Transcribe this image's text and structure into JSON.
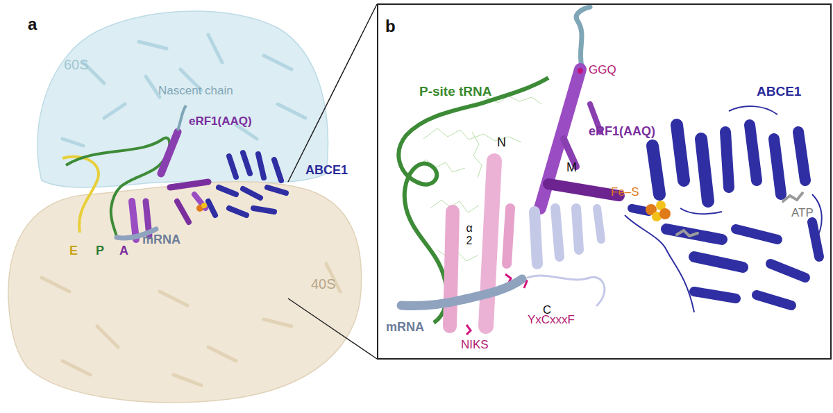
{
  "diagram": {
    "nodes": [
      {
        "text": [
          "b"
        ]
      }
    ],
    "labels": [
      "a",
      "60S",
      "Nascent chain",
      "eRF1(AAQ)",
      "ABCE1",
      "E",
      "P",
      "A",
      "mRNA",
      "40S",
      "P-site tRNA",
      "GGQ",
      "eRF1(AAQ)",
      "M",
      "N",
      "α 2",
      "Fe–S",
      "ATP",
      "ABCE1",
      "C",
      "mRNA",
      "YxCxxxF",
      "NIKS"
    ]
  }
}
